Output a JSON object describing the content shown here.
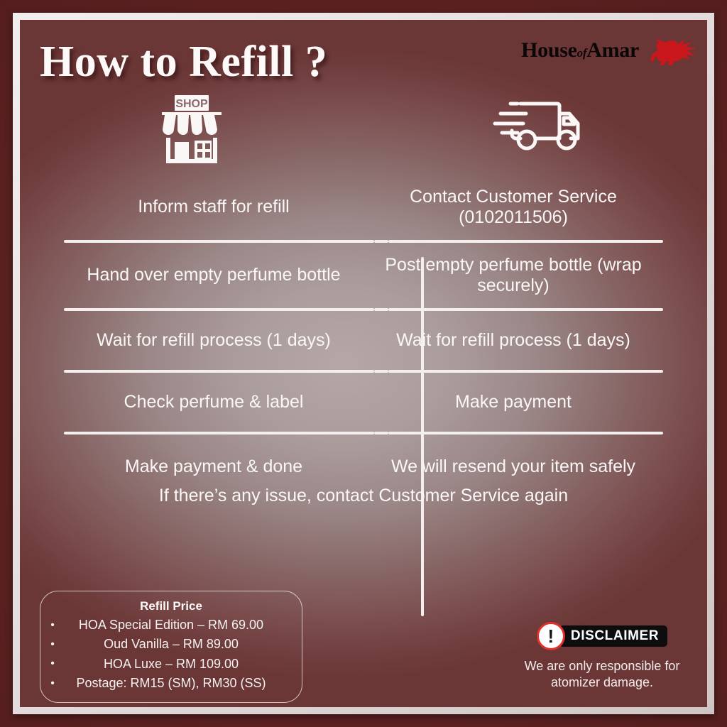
{
  "header": {
    "title": "How to Refill ?",
    "logo_text_1": "House",
    "logo_text_of": "of",
    "logo_text_2": "Amar",
    "logo_icon": "pegasus-horse-icon",
    "brand_red": "#c9171c"
  },
  "columns": [
    {
      "id": "walk-in",
      "icon": "shop-storefront-icon",
      "icon_sign": "SHOP"
    },
    {
      "id": "delivery",
      "icon": "delivery-truck-icon"
    }
  ],
  "steps": [
    {
      "left": "Inform staff for refill",
      "right": "Contact Customer Service (0102011506)"
    },
    {
      "left": "Hand over empty perfume bottle",
      "right": "Post empty perfume bottle (wrap securely)"
    },
    {
      "left": "Wait for refill process (1 days)",
      "right": "Wait for refill process (1 days)"
    },
    {
      "left": "Check perfume & label",
      "right": "Make payment"
    },
    {
      "left": "Make payment & done",
      "right": "We will resend your item safely"
    }
  ],
  "footer_note": "If there’s any issue, contact Customer Service again",
  "price_box": {
    "title": "Refill Price",
    "bullet_glyph": "•",
    "items": [
      "HOA Special Edition – RM 69.00",
      "Oud Vanilla – RM 89.00",
      "HOA Luxe – RM 109.00",
      "Postage: RM15 (SM), RM30 (SS)"
    ]
  },
  "disclaimer": {
    "icon": "exclamation-warning-icon",
    "icon_glyph": "!",
    "label": "DISCLAIMER",
    "text": "We are only responsible for atomizer damage.",
    "icon_ring_color": "#e0302a"
  }
}
